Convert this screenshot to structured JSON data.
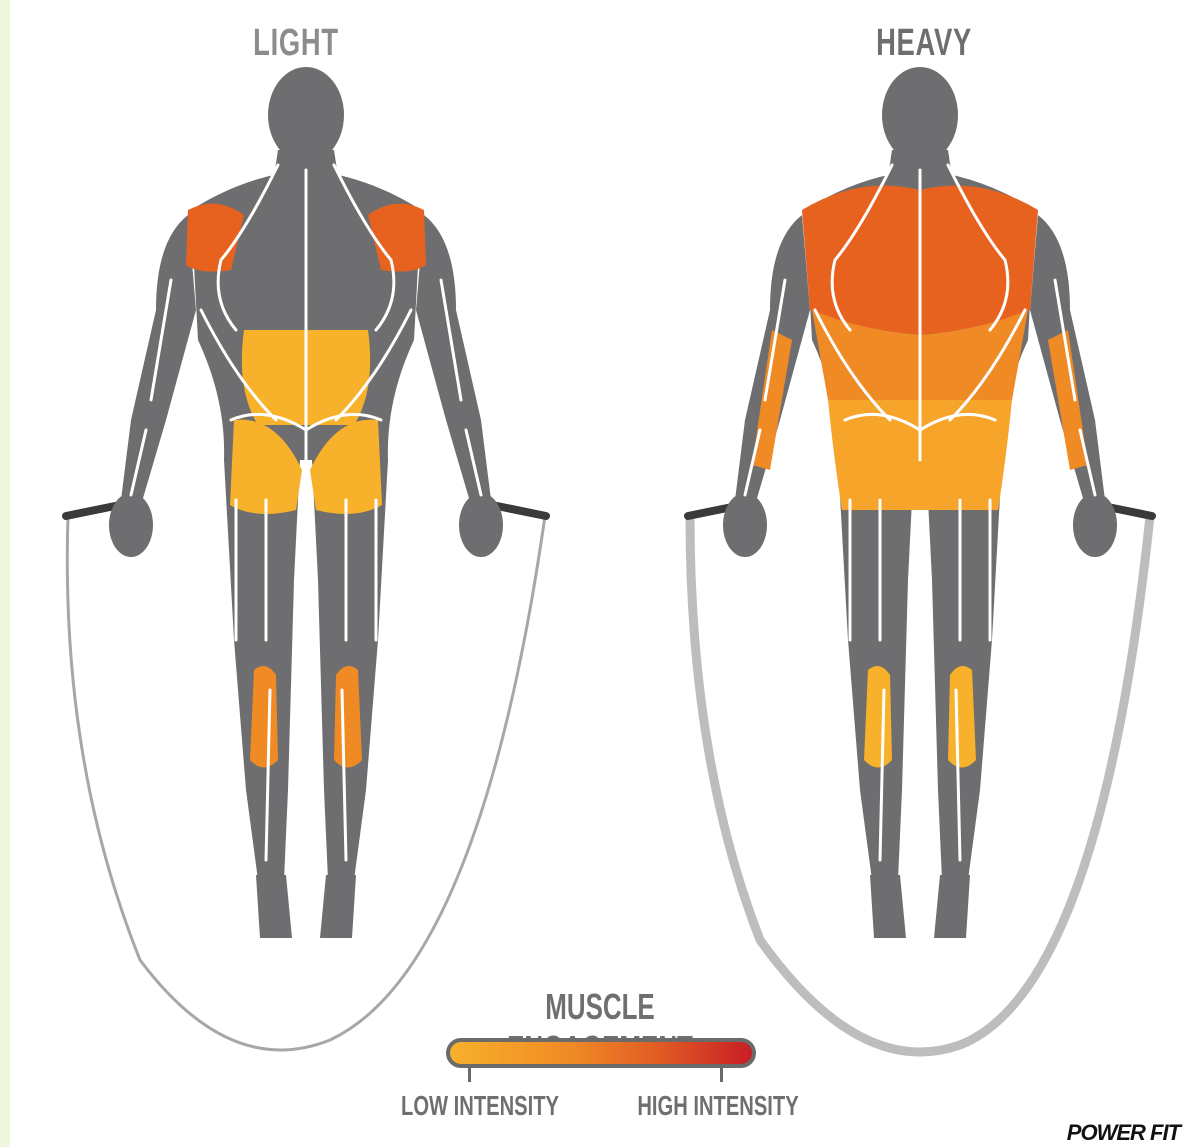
{
  "panels": {
    "light": {
      "title": "LIGHT"
    },
    "heavy": {
      "title": "HEAVY"
    }
  },
  "legend": {
    "title": "MUSCLE ENGAGEMENT",
    "low_label": "LOW INTENSITY",
    "high_label": "HIGH INTENSITY",
    "gradient_colors": [
      "#f7b12b",
      "#f08a25",
      "#e05a23",
      "#c81e25"
    ]
  },
  "brand": "POWER FIT",
  "colors": {
    "body": "#6e6e70",
    "low": "#f7b12b",
    "mid": "#f08a25",
    "high": "#e8621f",
    "rope": "#bdbdbd"
  }
}
